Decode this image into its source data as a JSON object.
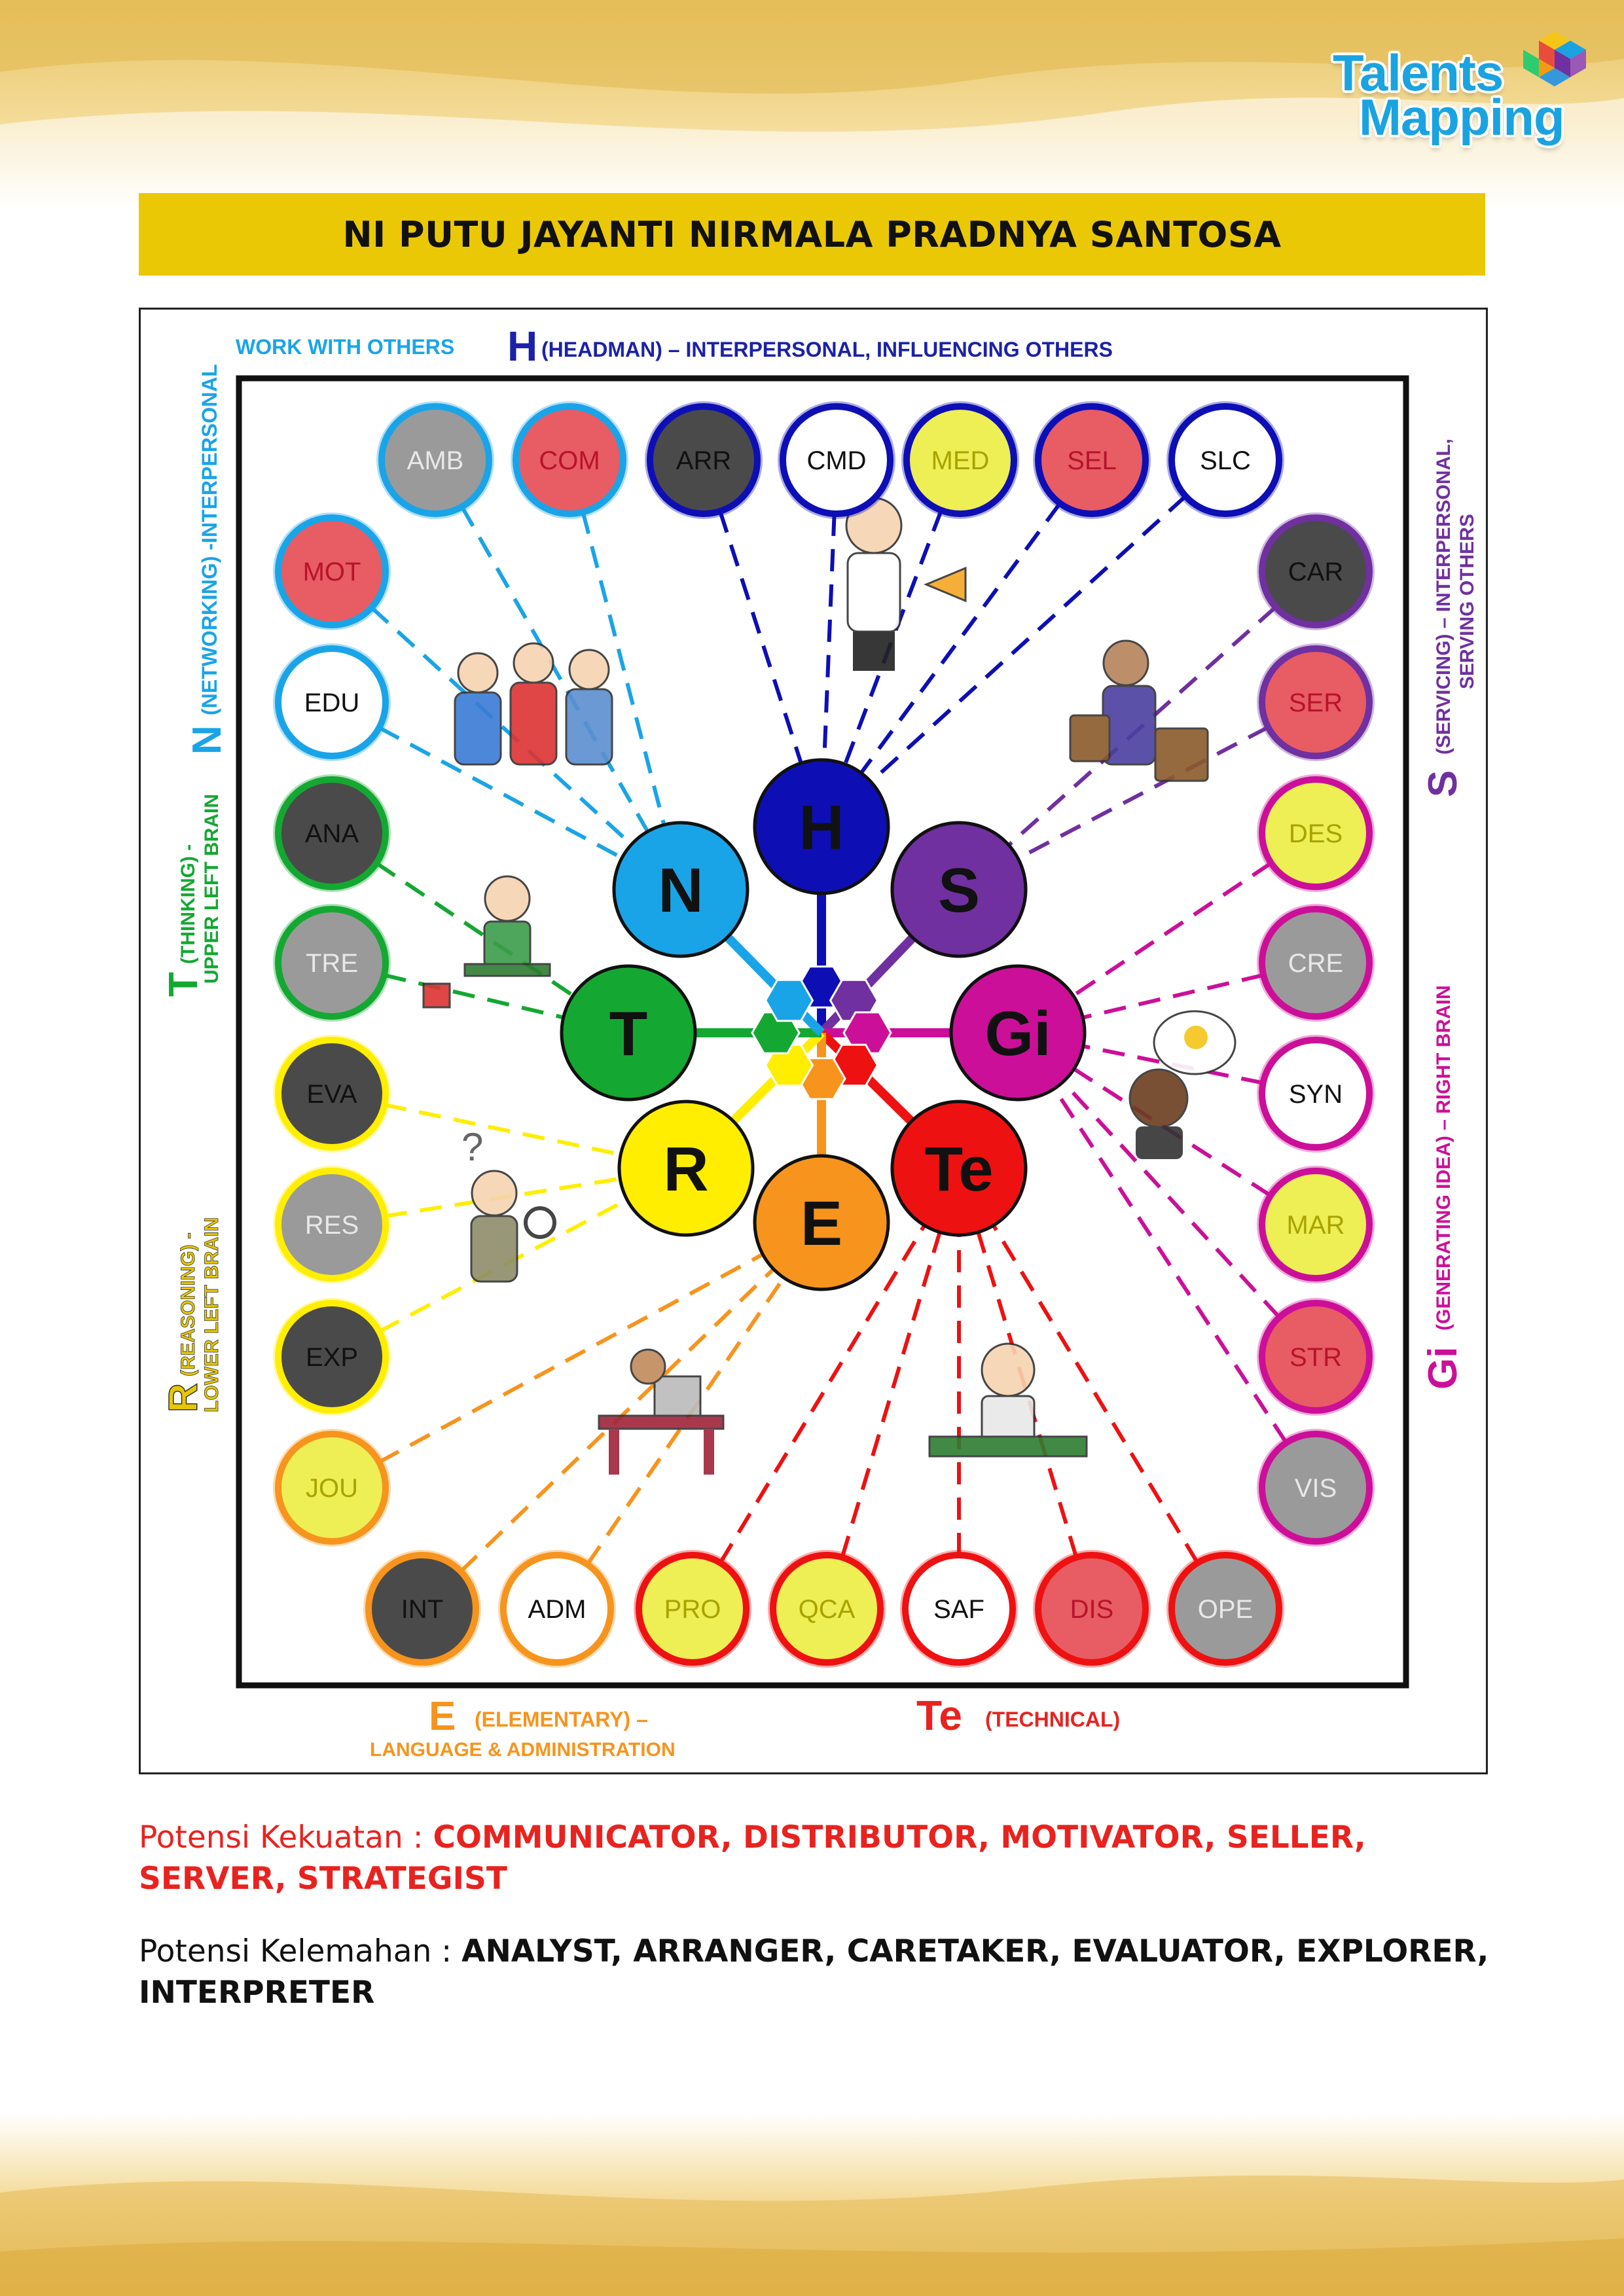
{
  "brand": {
    "line1": "Talents",
    "line2": "Mapping"
  },
  "title": "NI PUTU JAYANTI NIRMALA PRADNYA SANTOSA",
  "diagram": {
    "labels": {
      "h_letter": "H",
      "h_text": "(HEADMAN) – INTERPERSONAL, INFLUENCING OTHERS",
      "work_with_others": "WORK WITH OTHERS",
      "n_letter": "N",
      "n_text": "(NETWORKING) -INTERPERSONAL",
      "t_letter": "T",
      "t_text1": "(THINKING) -",
      "t_text2": "UPPER LEFT BRAIN",
      "r_letter": "R",
      "r_text1": "(REASONING) -",
      "r_text2": "LOWER LEFT BRAIN",
      "e_letter": "E",
      "e_text1": "(ELEMENTARY) –",
      "e_text2": "LANGUAGE & ADMINISTRATION",
      "te_letter": "Te",
      "te_text": "(TECHNICAL)",
      "s_letter": "S",
      "s_text1": "(SERVICING) – INTERPERSONAL,",
      "s_text2": "SERVING OTHERS",
      "gi_letter": "Gi",
      "gi_text": "(GENERATING IDEA) – RIGHT BRAIN"
    },
    "hubs": [
      {
        "code": "H",
        "color": "#0d0fb5"
      },
      {
        "code": "S",
        "color": "#7030a0"
      },
      {
        "code": "Gi",
        "color": "#cc0f99"
      },
      {
        "code": "Te",
        "color": "#ee1111"
      },
      {
        "code": "E",
        "color": "#f7941d"
      },
      {
        "code": "R",
        "color": "#ffee00"
      },
      {
        "code": "T",
        "color": "#14a832"
      },
      {
        "code": "N",
        "color": "#1aa4e8"
      }
    ],
    "top_row": [
      {
        "code": "AMB",
        "hub": "N",
        "fill": "#9a9a9a"
      },
      {
        "code": "COM",
        "hub": "N",
        "fill": "#e85c63"
      },
      {
        "code": "ARR",
        "hub": "H",
        "fill": "#4a4a4a"
      },
      {
        "code": "CMD",
        "hub": "H",
        "fill": "#ffffff"
      },
      {
        "code": "MED",
        "hub": "H",
        "fill": "#eeee55"
      },
      {
        "code": "SEL",
        "hub": "H",
        "fill": "#e85c63"
      },
      {
        "code": "SLC",
        "hub": "H",
        "fill": "#ffffff"
      }
    ],
    "left_col": [
      {
        "code": "MOT",
        "hub": "N",
        "fill": "#e85c63"
      },
      {
        "code": "EDU",
        "hub": "N",
        "fill": "#ffffff"
      },
      {
        "code": "ANA",
        "hub": "T",
        "fill": "#4a4a4a"
      },
      {
        "code": "TRE",
        "hub": "T",
        "fill": "#9a9a9a"
      },
      {
        "code": "EVA",
        "hub": "R",
        "fill": "#4a4a4a"
      },
      {
        "code": "RES",
        "hub": "R",
        "fill": "#9a9a9a"
      },
      {
        "code": "EXP",
        "hub": "R",
        "fill": "#4a4a4a"
      },
      {
        "code": "JOU",
        "hub": "E",
        "fill": "#eeee55"
      }
    ],
    "right_col": [
      {
        "code": "CAR",
        "hub": "S",
        "fill": "#4a4a4a"
      },
      {
        "code": "SER",
        "hub": "S",
        "fill": "#e85c63"
      },
      {
        "code": "DES",
        "hub": "Gi",
        "fill": "#eeee55"
      },
      {
        "code": "CRE",
        "hub": "Gi",
        "fill": "#9a9a9a"
      },
      {
        "code": "SYN",
        "hub": "Gi",
        "fill": "#ffffff"
      },
      {
        "code": "MAR",
        "hub": "Gi",
        "fill": "#eeee55"
      },
      {
        "code": "STR",
        "hub": "Gi",
        "fill": "#e85c63"
      },
      {
        "code": "VIS",
        "hub": "Gi",
        "fill": "#9a9a9a"
      }
    ],
    "bottom_row": [
      {
        "code": "INT",
        "hub": "E",
        "fill": "#4a4a4a"
      },
      {
        "code": "ADM",
        "hub": "E",
        "fill": "#ffffff"
      },
      {
        "code": "PRO",
        "hub": "Te",
        "fill": "#eeee55"
      },
      {
        "code": "QCA",
        "hub": "Te",
        "fill": "#eeee55"
      },
      {
        "code": "SAF",
        "hub": "Te",
        "fill": "#ffffff"
      },
      {
        "code": "DIS",
        "hub": "Te",
        "fill": "#e85c63"
      },
      {
        "code": "OPE",
        "hub": "Te",
        "fill": "#9a9a9a"
      }
    ]
  },
  "strengths": {
    "label": "Potensi Kekuatan : ",
    "value": "COMMUNICATOR, DISTRIBUTOR, MOTIVATOR, SELLER, SERVER, STRATEGIST",
    "color": "#e8231f"
  },
  "weaknesses": {
    "label": "Potensi Kelemahan : ",
    "value": "ANALYST, ARRANGER, CARETAKER, EVALUATOR, EXPLORER, INTERPRETER"
  }
}
